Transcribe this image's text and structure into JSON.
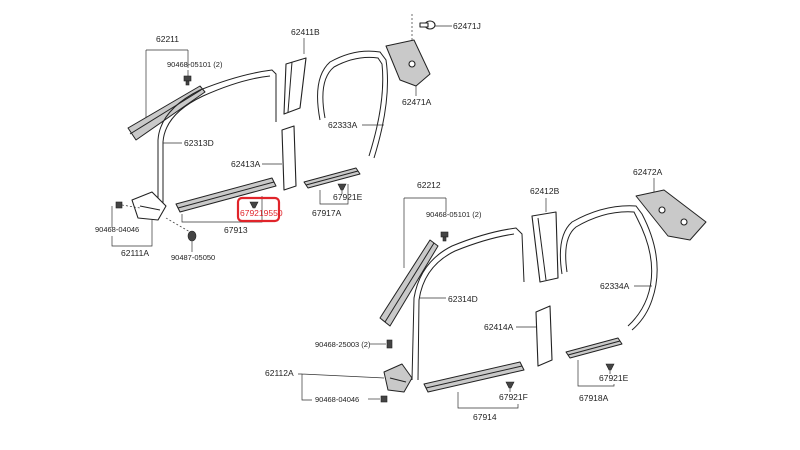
{
  "highlight_color": "#e0242a",
  "labels": {
    "p62211": "62211",
    "p90468_05101_a": "90468-05101 (2)",
    "p62313D": "62313D",
    "p62411B": "62411B",
    "p62471J": "62471J",
    "p62471A": "62471A",
    "p62333A": "62333A",
    "p62413A": "62413A",
    "p67921E_a": "67921E",
    "p67917A": "67917A",
    "p67921955O": "679219550",
    "p67913": "67913",
    "p90468_04046_a": "90468-04046",
    "p62111A": "62111A",
    "p90487_05050": "90487-05050",
    "p62212": "62212",
    "p90468_05101_b": "90468-05101 (2)",
    "p62412B": "62412B",
    "p62472A": "62472A",
    "p62334A": "62334A",
    "p62314D": "62314D",
    "p62414A": "62414A",
    "p90468_25003": "90468-25003 (2)",
    "p62112A": "62112A",
    "p90468_04046_b": "90468-04046",
    "p67921E_b": "67921E",
    "p67921F": "67921F",
    "p67918A": "67918A",
    "p67914": "67914"
  }
}
